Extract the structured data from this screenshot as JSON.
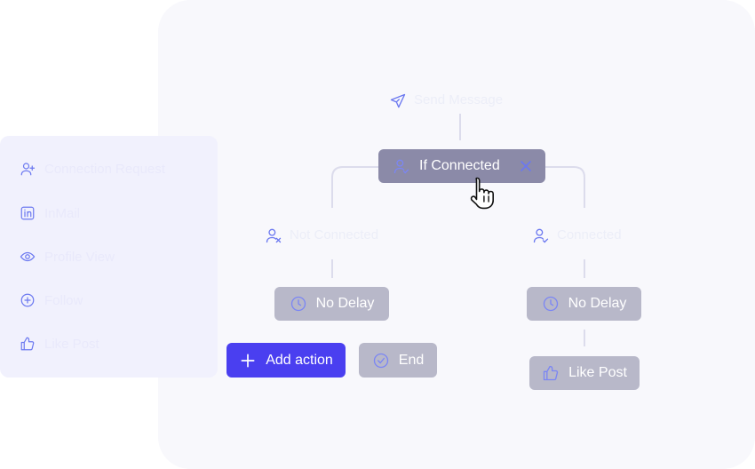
{
  "sidebar": {
    "items": [
      {
        "label": "Connection Request",
        "icon": "user-plus-icon"
      },
      {
        "label": "InMail",
        "icon": "linkedin-icon"
      },
      {
        "label": "Profile View",
        "icon": "eye-icon"
      },
      {
        "label": "Follow",
        "icon": "plus-circle-icon"
      },
      {
        "label": "Like Post",
        "icon": "thumbs-up-icon"
      }
    ]
  },
  "flow": {
    "start_label": "Send Message",
    "condition": {
      "label": "If Connected",
      "icon": "user-check-icon",
      "close_icon": "close-icon"
    },
    "left_branch": {
      "label": "Not Connected",
      "delay_label": "No Delay",
      "add_action_label": "Add action",
      "end_label": "End"
    },
    "right_branch": {
      "label": "Connected",
      "delay_label": "No Delay",
      "action_label": "Like Post"
    }
  },
  "colors": {
    "accent": "#4a3ff0",
    "node_grey": "#b8b8c9",
    "node_dark": "#8b8aa8",
    "icon_blue": "#6b78f0",
    "connector": "#dcdcec"
  }
}
